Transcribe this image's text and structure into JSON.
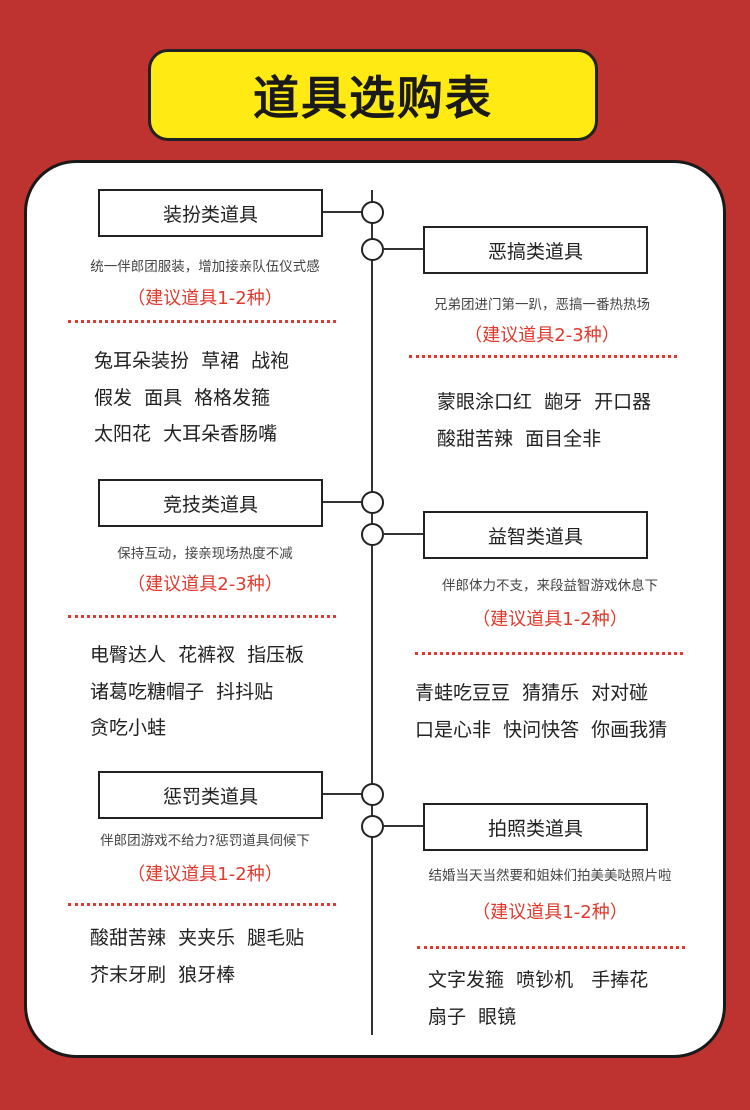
{
  "title": "道具选购表",
  "colors": {
    "background": "#be3330",
    "title_bg": "#ffea14",
    "accent": "#e2392c"
  },
  "sections": [
    {
      "category": "装扮类道具",
      "description": "统一伴郎团服装，增加接亲队伍仪式感",
      "recommend": "（建议道具1-2种）",
      "items": [
        "兔耳朵装扮  草裙  战袍",
        "假发  面具  格格发箍",
        "太阳花  大耳朵香肠嘴"
      ]
    },
    {
      "category": "恶搞类道具",
      "description": "兄弟团进门第一趴，恶搞一番热热场",
      "recommend": "（建议道具2-3种）",
      "items": [
        "蒙眼涂口红  龅牙  开口器",
        "酸甜苦辣  面目全非"
      ]
    },
    {
      "category": "竞技类道具",
      "description": "保持互动，接亲现场热度不减",
      "recommend": "（建议道具2-3种）",
      "items": [
        "电臀达人  花裤衩  指压板",
        "诸葛吃糖帽子  抖抖贴",
        "贪吃小蛙"
      ]
    },
    {
      "category": "益智类道具",
      "description": "伴郎体力不支，来段益智游戏休息下",
      "recommend": "（建议道具1-2种）",
      "items": [
        "青蛙吃豆豆  猜猜乐  对对碰",
        "口是心非  快问快答  你画我猜"
      ]
    },
    {
      "category": "惩罚类道具",
      "description": "伴郎团游戏不给力?惩罚道具伺候下",
      "recommend": "（建议道具1-2种）",
      "items": [
        "酸甜苦辣  夹夹乐  腿毛贴",
        "芥末牙刷  狼牙棒"
      ]
    },
    {
      "category": "拍照类道具",
      "description": "结婚当天当然要和姐妹们拍美美哒照片啦",
      "recommend": "（建议道具1-2种）",
      "items": [
        "文字发箍  喷钞机   手捧花",
        "扇子  眼镜"
      ]
    }
  ]
}
